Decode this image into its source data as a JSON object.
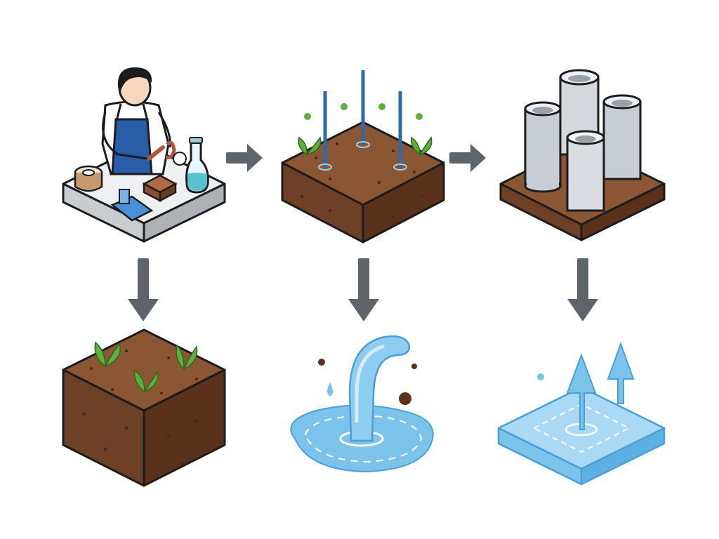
{
  "diagram": {
    "nodes": [
      {
        "id": "lab-testing",
        "icon": "lab-technician-icon"
      },
      {
        "id": "soil-probing",
        "icon": "soil-probe-icon"
      },
      {
        "id": "concrete-piles",
        "icon": "piles-icon"
      },
      {
        "id": "planted-soil",
        "icon": "soil-sprout-icon"
      },
      {
        "id": "water-discharge",
        "icon": "water-pipe-icon"
      },
      {
        "id": "groundwater-rise",
        "icon": "water-rise-icon"
      }
    ],
    "edges": [
      {
        "from": "lab-testing",
        "to": "soil-probing"
      },
      {
        "from": "soil-probing",
        "to": "concrete-piles"
      },
      {
        "from": "lab-testing",
        "to": "planted-soil"
      },
      {
        "from": "soil-probing",
        "to": "water-discharge"
      },
      {
        "from": "concrete-piles",
        "to": "groundwater-rise"
      }
    ],
    "colors": {
      "arrow": "#5f646b",
      "soil_top": "#8a5634",
      "soil_side": "#6e4126",
      "soil_front": "#5a321c",
      "water": "#7cc3ec",
      "water_dark": "#4a9fd6",
      "concrete": "#d5d9de",
      "sprout": "#5fae3e",
      "overall": "#1f6fb2"
    }
  }
}
